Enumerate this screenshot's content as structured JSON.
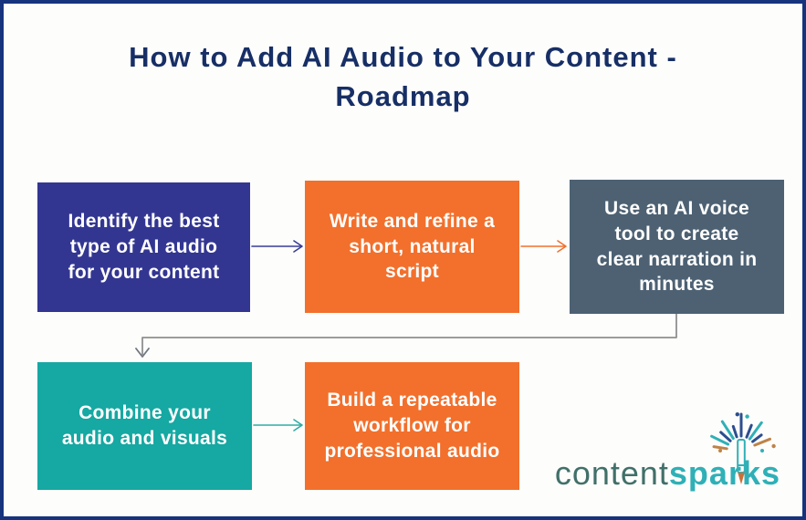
{
  "title": "How to Add AI Audio to Your Content -\nRoadmap",
  "steps": [
    {
      "label": "Identify the best\ntype of AI audio\nfor your content",
      "color": "#333691"
    },
    {
      "label": "Write and refine a\nshort, natural\nscript",
      "color": "#F2702C"
    },
    {
      "label": "Use an AI voice\ntool to create\nclear narration in\nminutes",
      "color": "#4D6173"
    },
    {
      "label": "Combine your\naudio and visuals",
      "color": "#16A8A2"
    },
    {
      "label": "Build a repeatable\nworkflow for\nprofessional audio",
      "color": "#F2702C"
    }
  ],
  "connectors": {
    "step1_to_step2_color": "#3A3D96",
    "step2_to_step3_color": "#F2702C",
    "step3_to_step4_color": "#8F8F8F",
    "step4_to_step5_color": "#2FABA4"
  },
  "logo": {
    "part1": "content",
    "part2": "sparks",
    "part1_color": "#41706A",
    "part2_color": "#2FB0B7",
    "ray_colors": [
      "#2FB0B7",
      "#2C4E8F",
      "#BE8348"
    ]
  },
  "frame": {
    "border_color": "#16337D",
    "background": "#FDFDFB",
    "title_color": "#172F66"
  }
}
